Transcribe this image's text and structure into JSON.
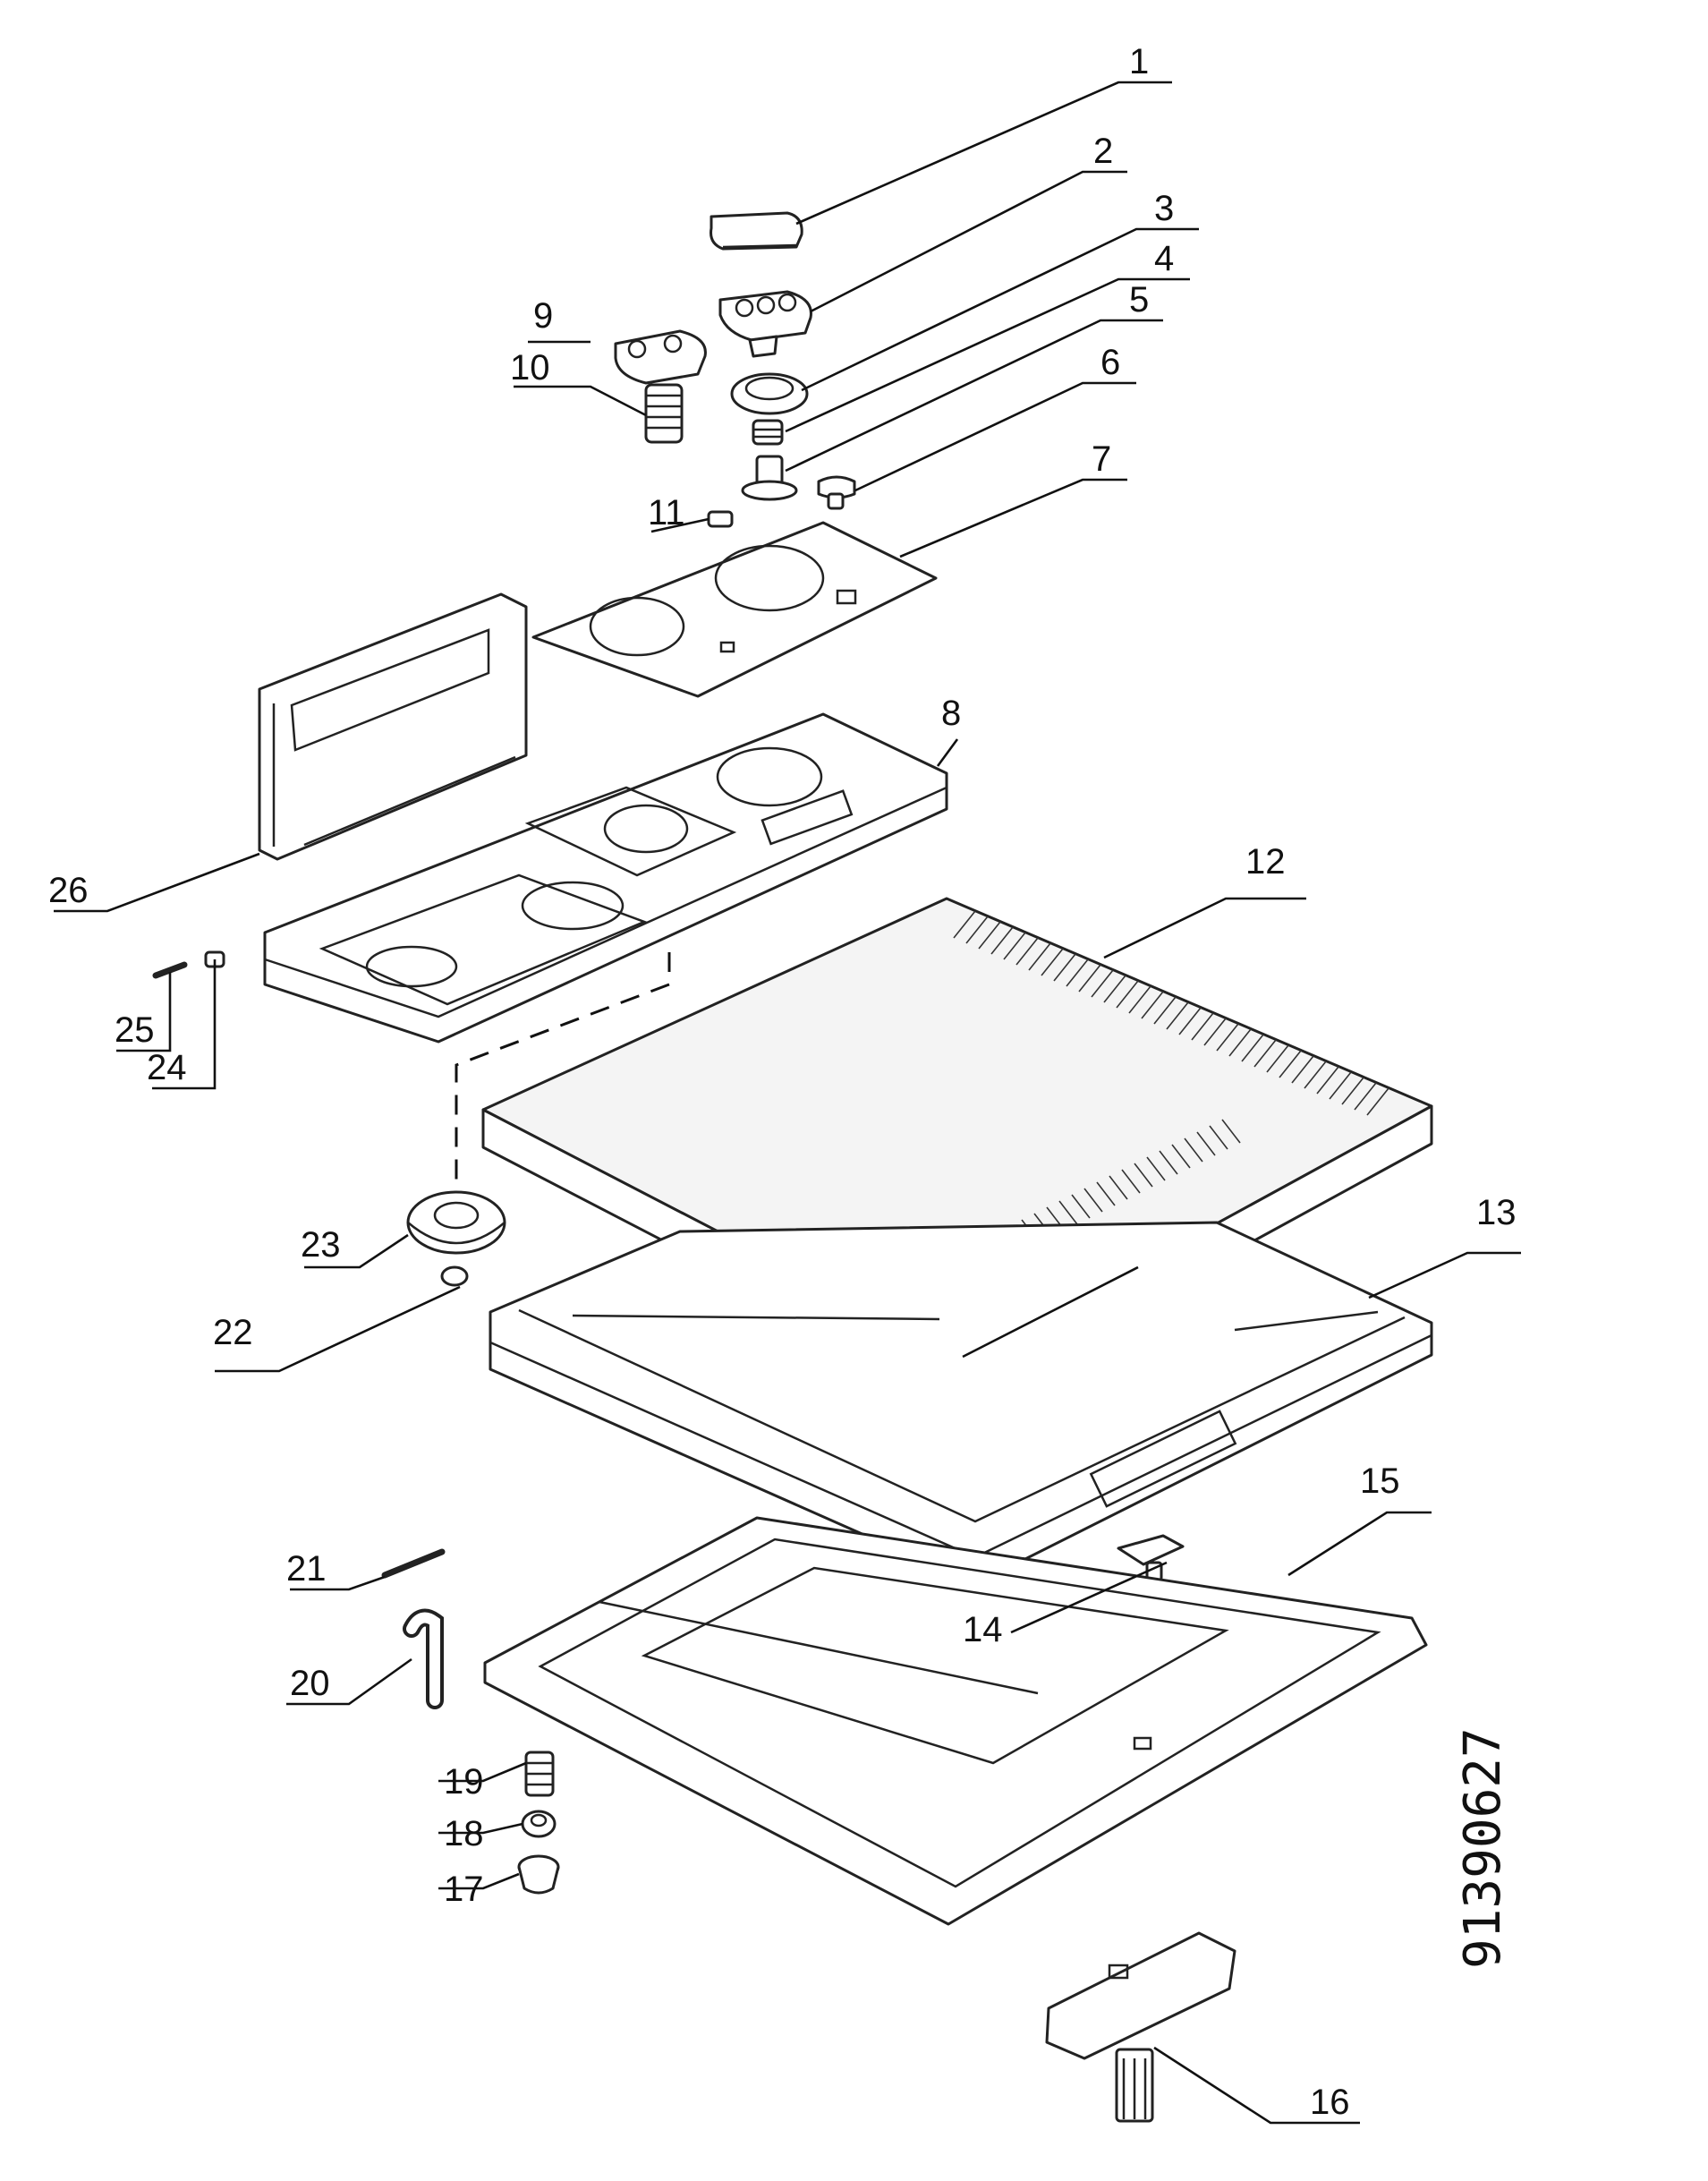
{
  "labels": [
    "1",
    "2",
    "3",
    "4",
    "5",
    "6",
    "7",
    "8",
    "9",
    "10",
    "11",
    "12",
    "13",
    "14",
    "15",
    "16",
    "17",
    "18",
    "19",
    "20",
    "21",
    "22",
    "23",
    "24",
    "25",
    "26"
  ],
  "drawing_number": "91390627"
}
